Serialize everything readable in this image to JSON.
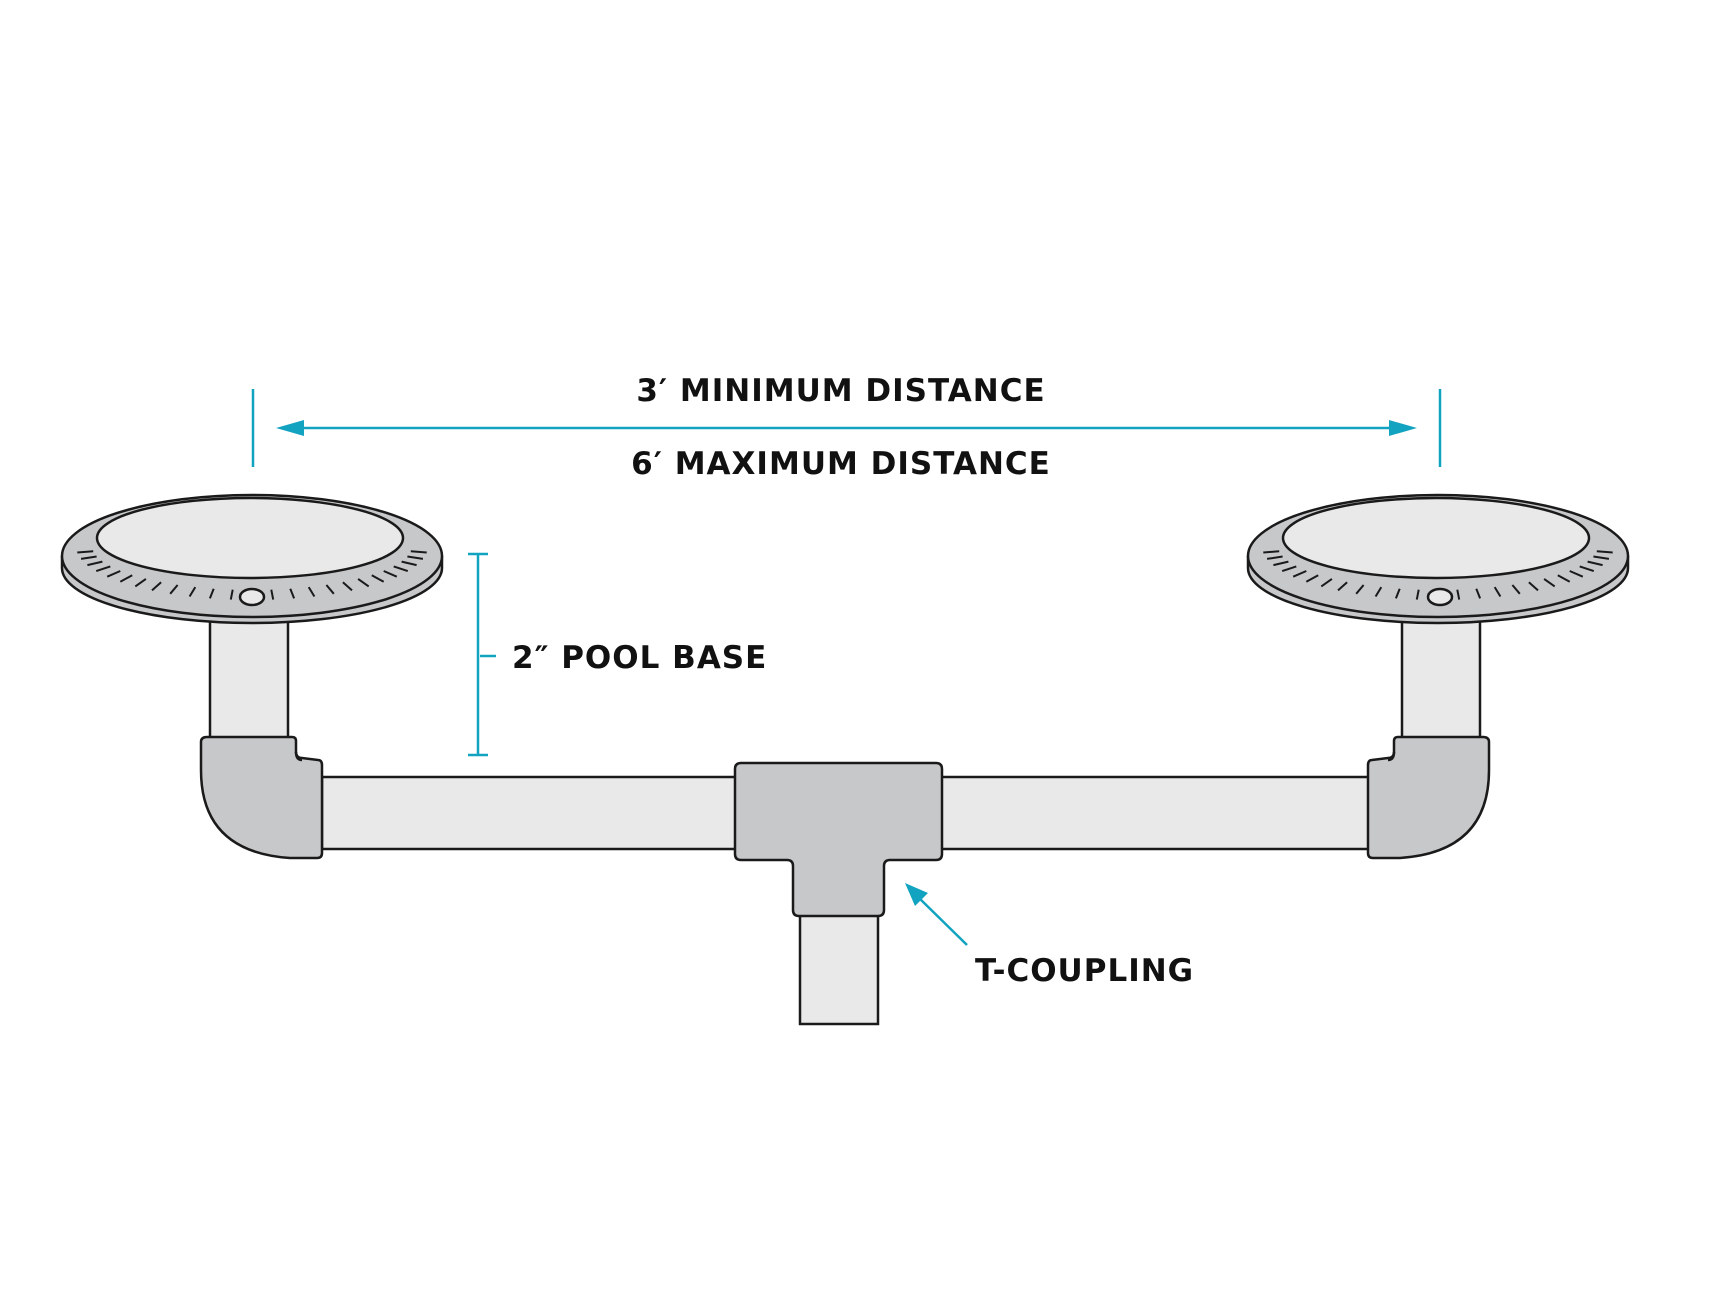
{
  "labels": {
    "min_distance": "3′ MINIMUM DISTANCE",
    "max_distance": "6′ MAXIMUM DISTANCE",
    "pool_base": "2″ POOL BASE",
    "t_coupling": "T-COUPLING"
  },
  "colors": {
    "dimension": "#12a3c0",
    "pipe": "#e8e9e8",
    "fitting": "#c7c8ca",
    "outline": "#1a1a1a"
  }
}
